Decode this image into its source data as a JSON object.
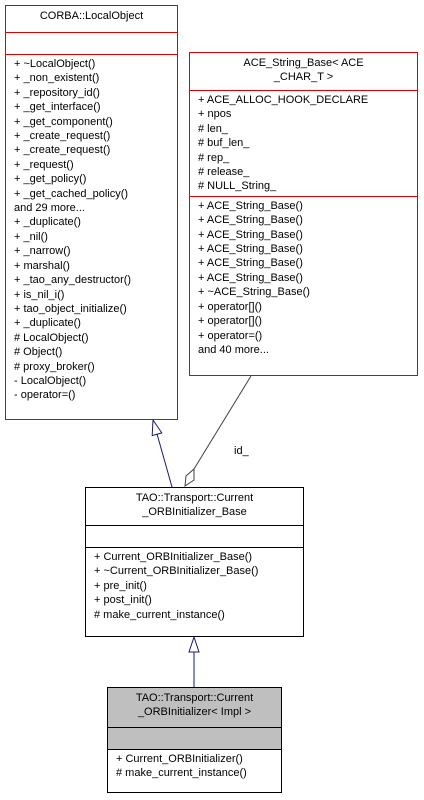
{
  "colors": {
    "border_base": "#e00000",
    "border_normal": "#000000",
    "arrow": "#191970",
    "highlight_fill": "#bfbfbf"
  },
  "local_object": {
    "title": [
      "CORBA::LocalObject"
    ],
    "members": [
      "+ ~LocalObject()",
      "+ _non_existent()",
      "+ _repository_id()",
      "+ _get_interface()",
      "+ _get_component()",
      "+ _create_request()",
      "+ _create_request()",
      "+ _request()",
      "+ _get_policy()",
      "+ _get_cached_policy()",
      "and 29 more...",
      "+ _duplicate()",
      "+ _nil()",
      "+ _narrow()",
      "+ marshal()",
      "+ _tao_any_destructor()",
      "+ is_nil_i()",
      "+ tao_object_initialize()",
      "+ _duplicate()",
      "# LocalObject()",
      "# Object()",
      "# proxy_broker()",
      "- LocalObject()",
      "- operator=()"
    ]
  },
  "string_base": {
    "title": [
      "ACE_String_Base< ACE",
      "_CHAR_T >"
    ],
    "attributes": [
      "+ ACE_ALLOC_HOOK_DECLARE",
      "+ npos",
      "# len_",
      "# buf_len_",
      "# rep_",
      "# release_",
      "# NULL_String_"
    ],
    "methods": [
      "+ ACE_String_Base()",
      "+ ACE_String_Base()",
      "+ ACE_String_Base()",
      "+ ACE_String_Base()",
      "+ ACE_String_Base()",
      "+ ACE_String_Base()",
      "+ ~ACE_String_Base()",
      "+ operator[]()",
      "+ operator[]()",
      "+ operator=()",
      "and 40 more..."
    ]
  },
  "orb_base": {
    "title": [
      "TAO::Transport::Current",
      "_ORBInitializer_Base"
    ],
    "members": [
      "+ Current_ORBInitializer_Base()",
      "+ ~Current_ORBInitializer_Base()",
      "+ pre_init()",
      "+ post_init()",
      "# make_current_instance()"
    ]
  },
  "orb_impl": {
    "title": [
      "TAO::Transport::Current",
      "_ORBInitializer< Impl >"
    ],
    "members": [
      "+ Current_ORBInitializer()",
      "# make_current_instance()"
    ]
  },
  "edge_label": "id_"
}
